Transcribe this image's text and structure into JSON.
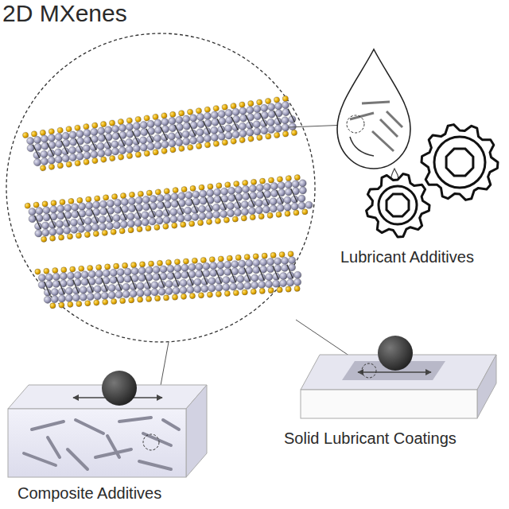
{
  "diagram": {
    "title": "2D MXenes",
    "labels": [
      "Lubricant Additives",
      "Solid Lubricant Coatings",
      "Composite Additives"
    ]
  }
}
